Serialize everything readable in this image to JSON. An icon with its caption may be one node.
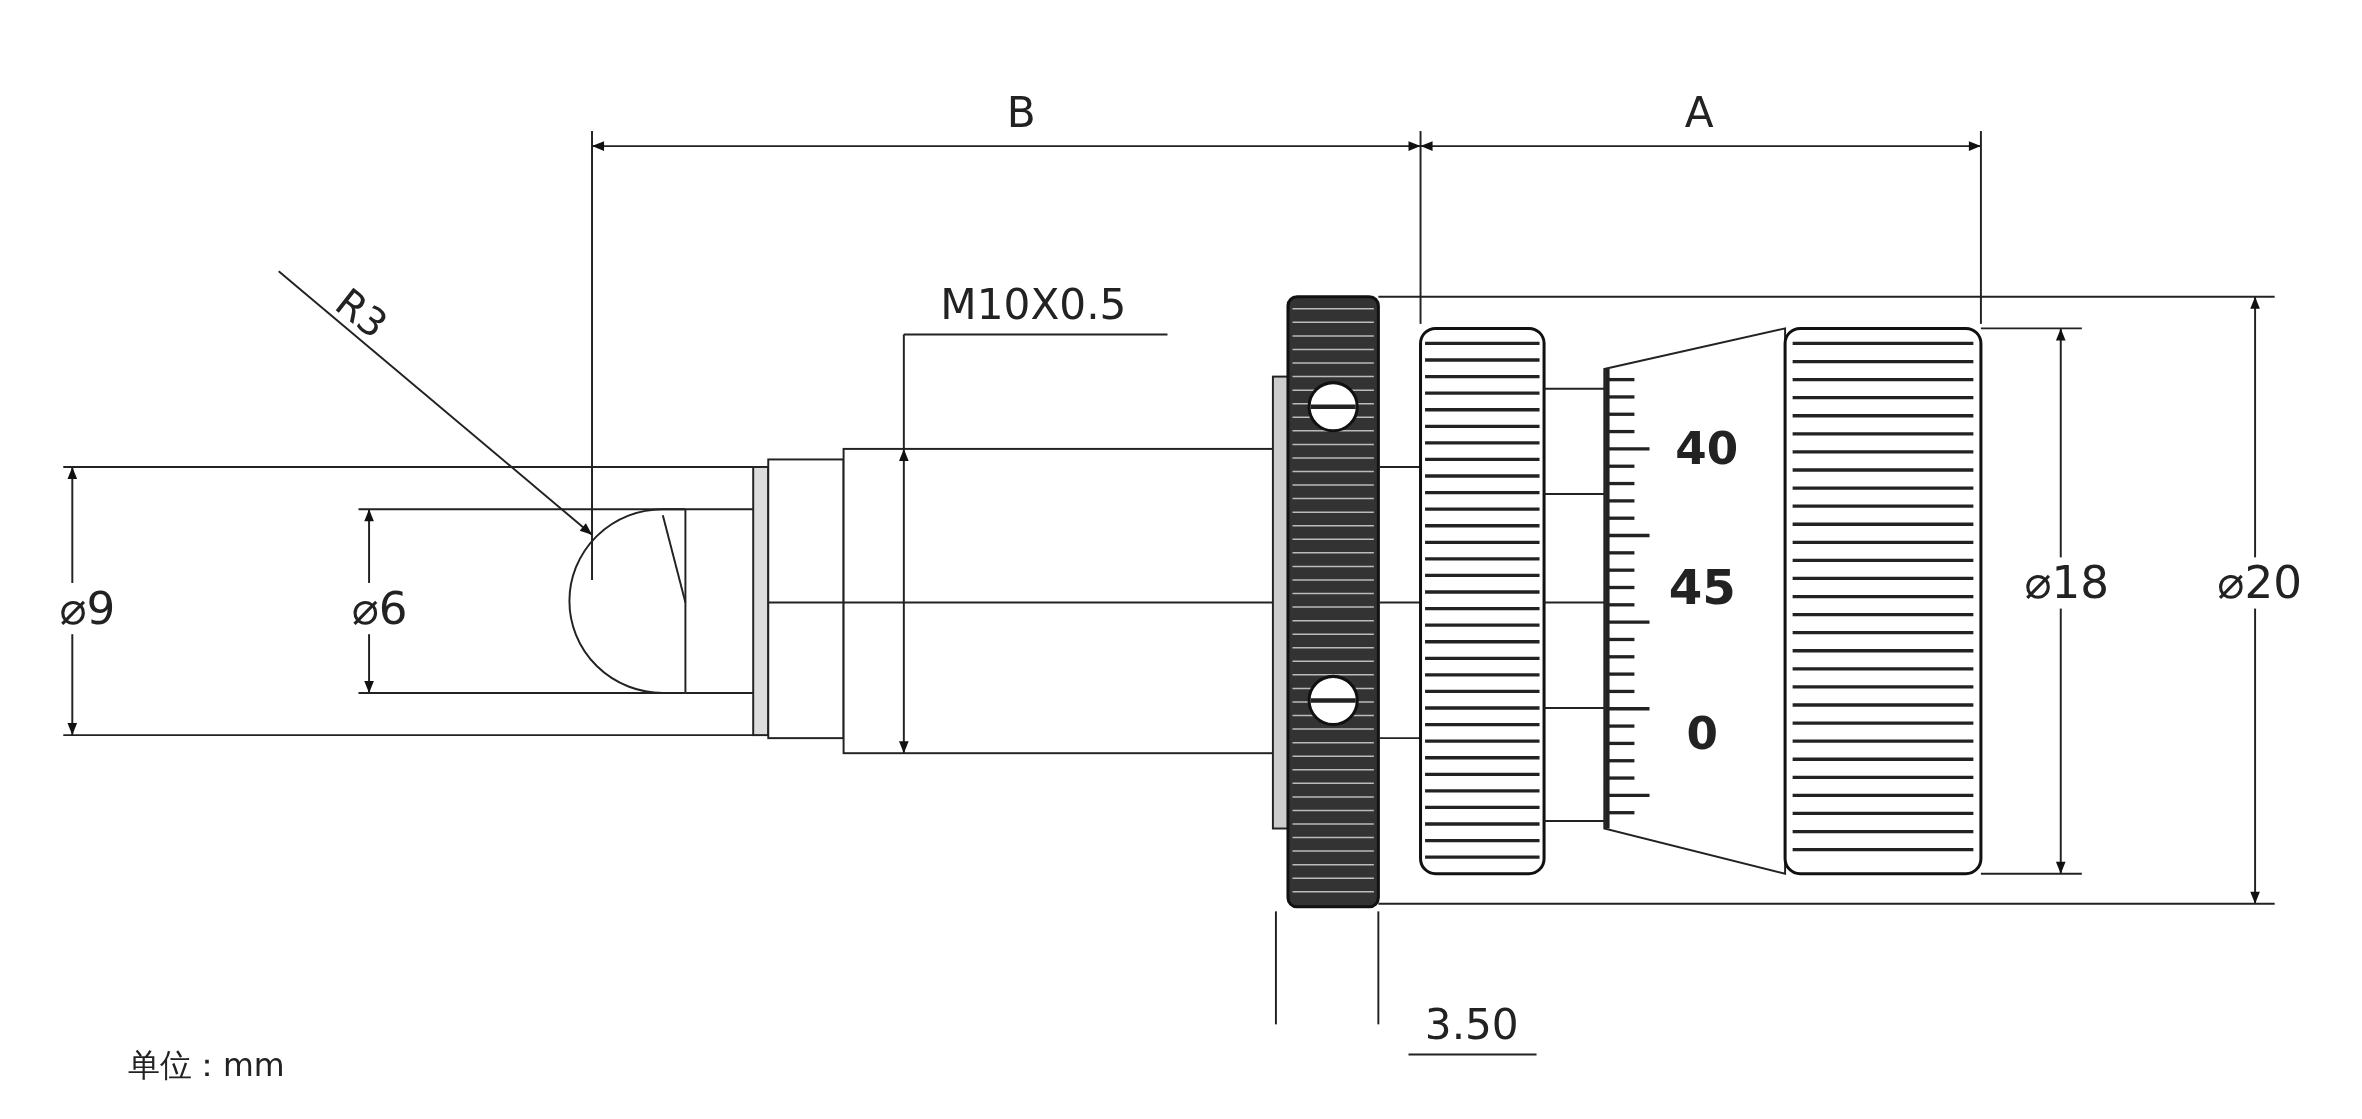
{
  "diagram": {
    "labels": [
      "B",
      "A",
      "R3",
      "M10X0.5",
      "⌀9",
      "⌀6",
      "40",
      "45",
      "0",
      "⌀18",
      "⌀20",
      "3.50",
      "单位：mm"
    ]
  }
}
